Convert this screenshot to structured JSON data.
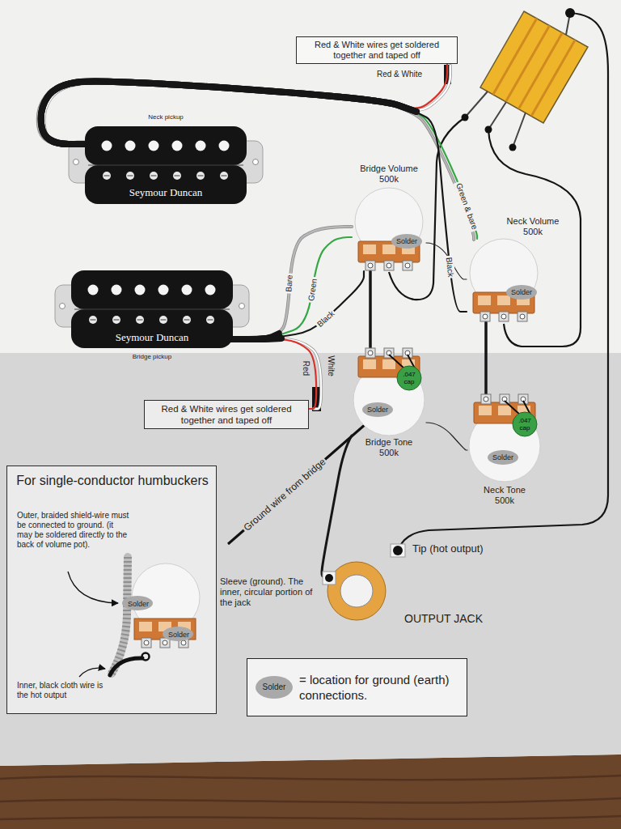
{
  "diagram": {
    "nodes": [
      {
        "text": [
          "Red & White wires get soldered together and taped off"
        ]
      },
      {
        "text": [
          "Neck pickup",
          "Seymour Duncan"
        ]
      },
      {
        "text": [
          "Bridge Volume 500k",
          "Solder"
        ]
      },
      {
        "text": [
          "Neck Volume 500k",
          "Solder"
        ]
      },
      {
        "text": [
          "Seymour Duncan",
          "Bridge pickup"
        ]
      },
      {
        "text": [
          "Solder",
          "Bridge Tone 500k"
        ]
      },
      {
        "text": [
          ".047 cap"
        ],
        "in": 5
      },
      {
        "text": [
          "Solder",
          "Neck Tone 500k"
        ]
      },
      {
        "text": [
          ".047 cap"
        ],
        "in": 7
      },
      {
        "text": [
          "Red & White wires get soldered together and taped off"
        ]
      },
      {
        "text": [
          "For single-conductor humbuckers",
          "Outer, braided shield-wire must be connected to ground. (it may be soldered directly to the back of volume pot).",
          "Solder",
          "Solder",
          "Inner, black cloth wire is the hot output"
        ]
      },
      {
        "text": [
          "OUTPUT JACK"
        ]
      }
    ],
    "edges": [
      {
        "from": 1,
        "to": 0,
        "label": "Red & White",
        "arrow": "none"
      },
      {
        "from": 1,
        "to": 3,
        "label": "Green & bare",
        "arrow": "none"
      },
      {
        "from": 1,
        "to": 3,
        "label": "Black",
        "arrow": "none"
      },
      {
        "from": 4,
        "to": 2,
        "label": "Bare",
        "arrow": "none"
      },
      {
        "from": 4,
        "to": 2,
        "label": "Green",
        "arrow": "none"
      },
      {
        "from": 4,
        "to": 2,
        "label": "Black",
        "arrow": "none"
      },
      {
        "from": 4,
        "to": 9,
        "arrow": "none"
      },
      {
        "from": 2,
        "to": 5,
        "arrow": "none"
      },
      {
        "from": 3,
        "to": 7,
        "arrow": "none"
      },
      {
        "from": 2,
        "to": 3,
        "arrow": "none"
      },
      {
        "from": 5,
        "to": 7,
        "arrow": "none"
      },
      {
        "from": 5,
        "to": 11,
        "arrow": "none"
      }
    ],
    "labels": [
      "White",
      "Red",
      "Ground wire from bridge",
      "Tip (hot output)",
      "Sleeve (ground). The inner, circular portion of the jack",
      "Solder"
    ],
    "legend": [
      {
        "text": "= location for ground (earth) connections.",
        "color": "#a9a9a9"
      }
    ]
  }
}
